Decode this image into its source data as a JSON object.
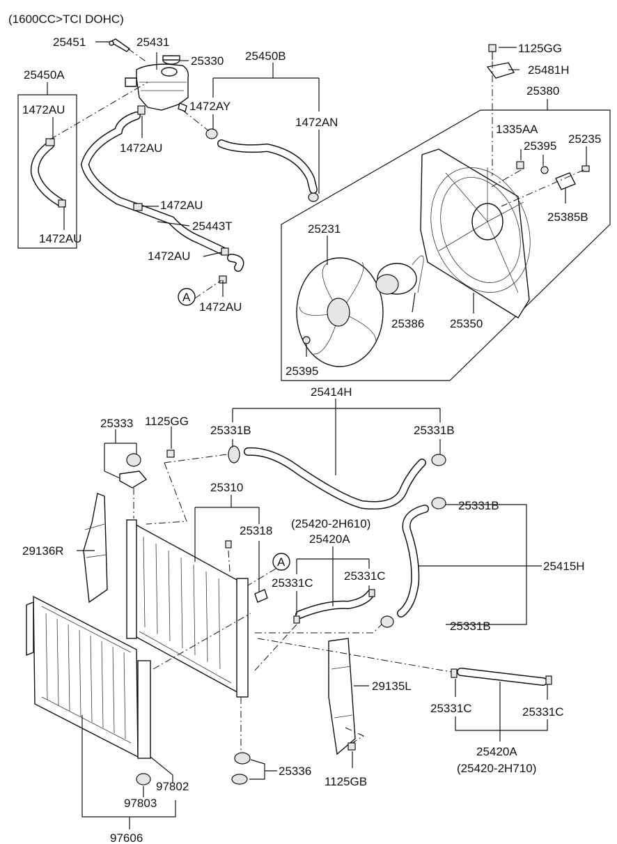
{
  "header": {
    "engine": "(1600CC>TCI DOHC)"
  },
  "labels": {
    "p25451": "25451",
    "p25431": "25431",
    "p25330": "25330",
    "p25450B": "25450B",
    "p25450A": "25450A",
    "p1472AU_a": "1472AU",
    "p1472AY": "1472AY",
    "p1472AN": "1472AN",
    "p1472AU_b": "1472AU",
    "p1472AU_c": "1472AU",
    "p25443T": "25443T",
    "p1472AU_d": "1472AU",
    "p1472AU_e": "1472AU",
    "p1472AU_f": "1472AU",
    "callout_A1": "A",
    "p1125GG_top": "1125GG",
    "p25481H": "25481H",
    "p25380": "25380",
    "p1335AA": "1335AA",
    "p25235": "25235",
    "p25395_top": "25395",
    "p25385B": "25385B",
    "p25231": "25231",
    "p25386": "25386",
    "p25350": "25350",
    "p25395_bot": "25395",
    "p25414H": "25414H",
    "p25333": "25333",
    "p1125GG_mid": "1125GG",
    "p25331B_a": "25331B",
    "p25331B_b": "25331B",
    "p25331B_c": "25331B",
    "p25331B_d": "25331B",
    "p25310": "25310",
    "p25318": "25318",
    "p25420_2H610": "(25420-2H610)",
    "p25420A_top": "25420A",
    "callout_A2": "A",
    "p25331C_a": "25331C",
    "p25331C_b": "25331C",
    "p25415H": "25415H",
    "p29136R": "29136R",
    "p29135L": "29135L",
    "p25331C_c": "25331C",
    "p25331C_d": "25331C",
    "p25420A_bot": "25420A",
    "p25420_2H710": "(25420-2H710)",
    "p25336": "25336",
    "p1125GB": "1125GB",
    "p97802": "97802",
    "p97803": "97803",
    "p97606": "97606"
  }
}
